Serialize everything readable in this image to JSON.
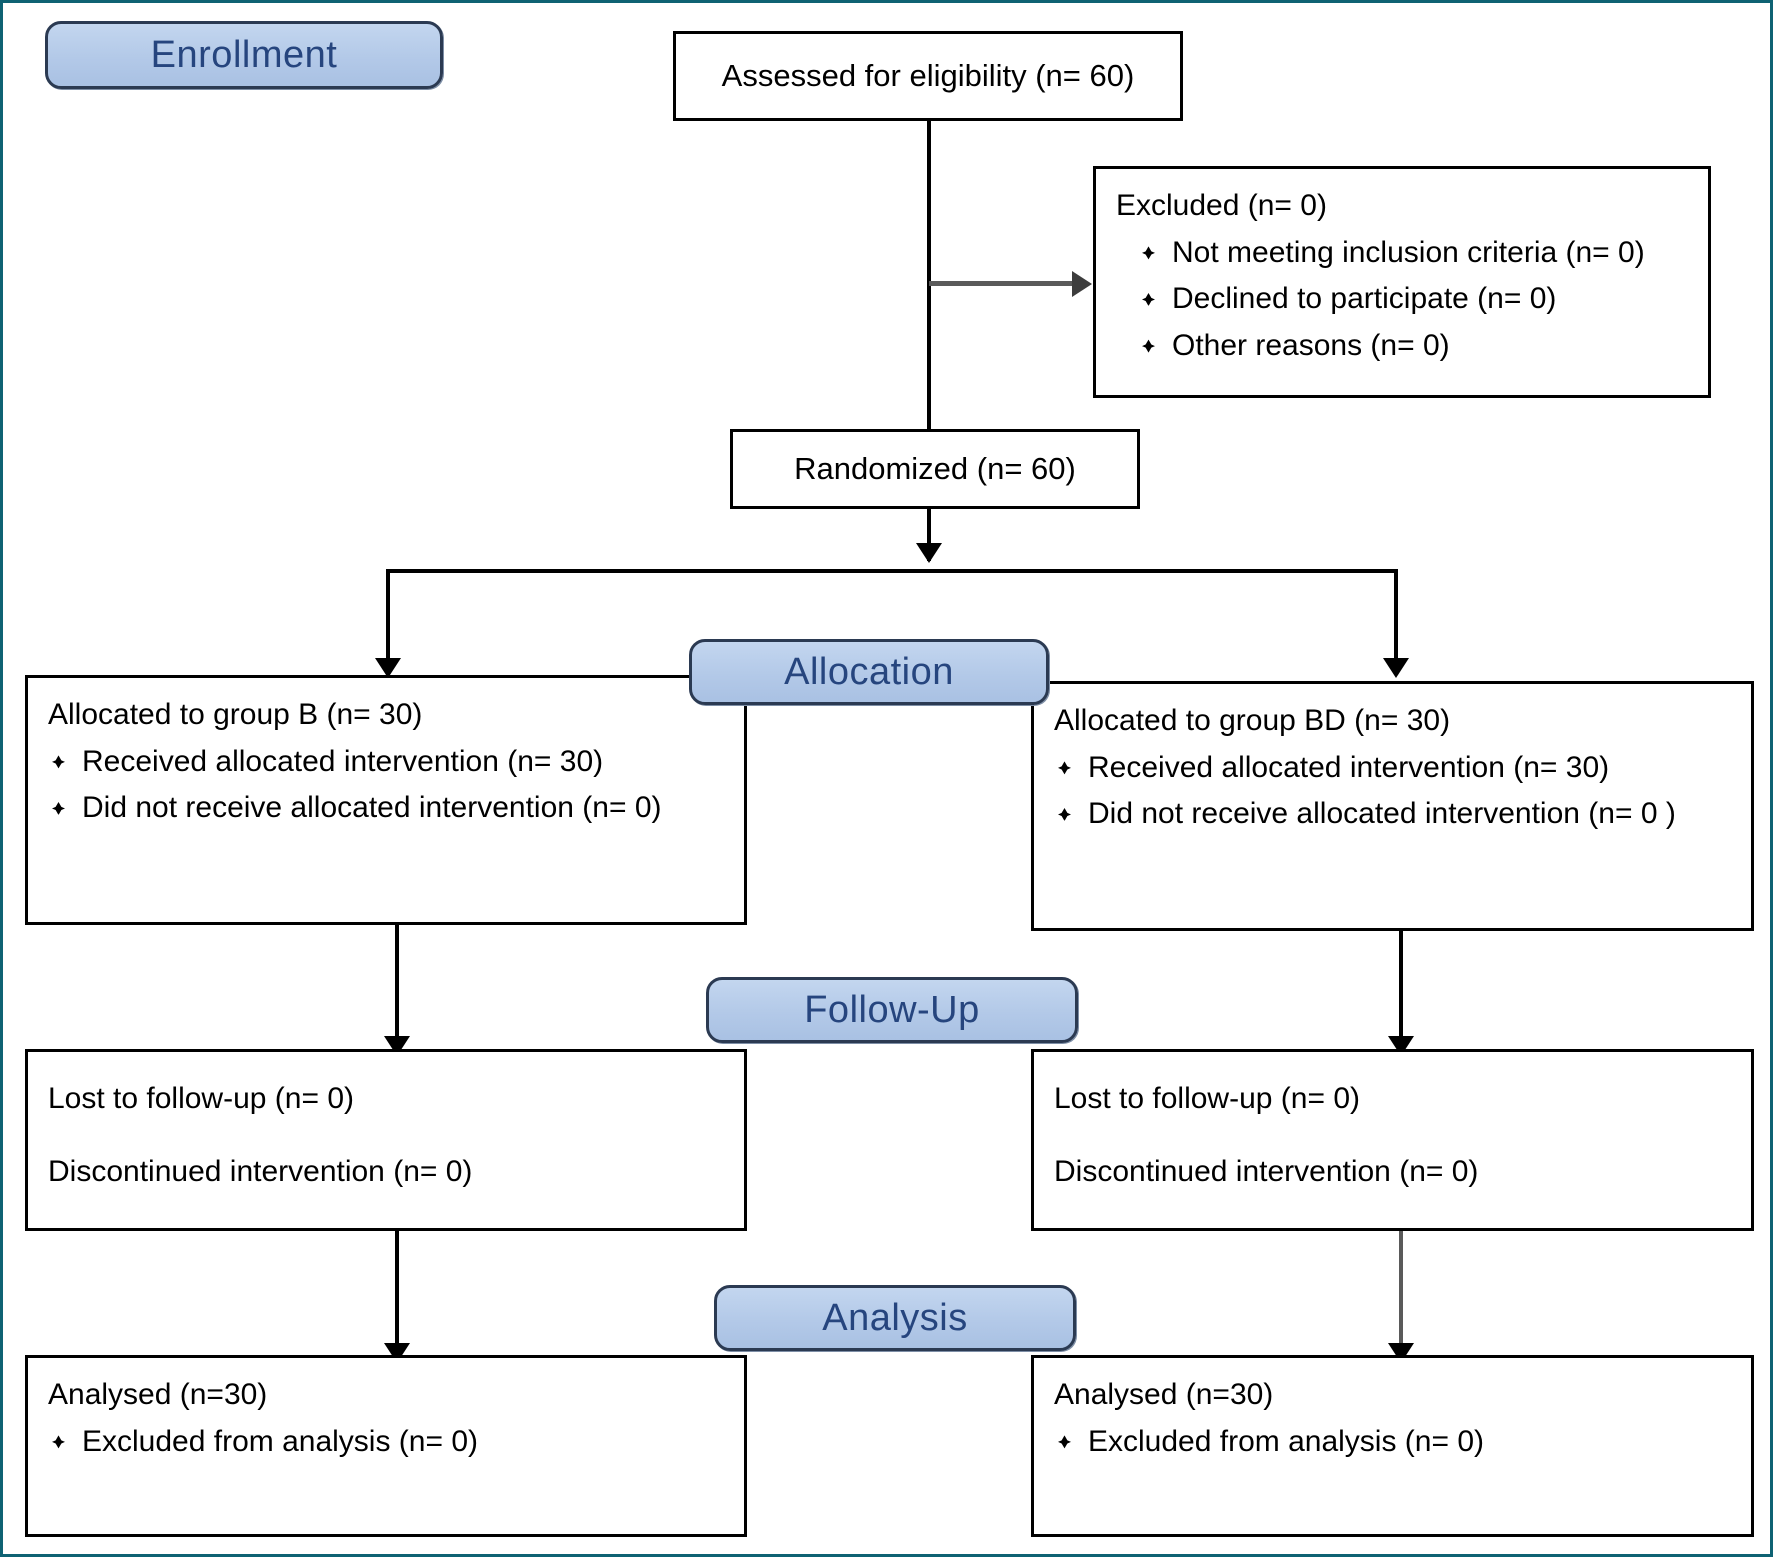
{
  "diagram": {
    "title": "CONSORT participant flow diagram",
    "frame_color": "#0e6273",
    "badge_fill": "#b3c9e8",
    "badge_text_color": "#26457e",
    "line_color": "#000000",
    "grey_arrow_color": "#5a5a5a"
  },
  "stages": {
    "enrollment": "Enrollment",
    "allocation": "Allocation",
    "followup": "Follow-Up",
    "analysis": "Analysis"
  },
  "enrollment": {
    "assessed": "Assessed for eligibility (n= 60)",
    "excluded": {
      "lead": "Excluded (n= 0)",
      "reasons": [
        "Not meeting inclusion criteria (n= 0)",
        "Declined to participate (n= 0)",
        "Other reasons (n= 0)"
      ]
    },
    "randomized": "Randomized (n= 60)"
  },
  "allocation": {
    "left": {
      "lead": "Allocated to group B (n= 30)",
      "items": [
        "Received allocated intervention (n= 30)",
        "Did not receive allocated intervention (n=  0)"
      ]
    },
    "right": {
      "lead": "Allocated to group BD (n= 30)",
      "items": [
        "Received allocated intervention (n= 30)",
        "Did not receive allocated intervention (n= 0 )"
      ]
    }
  },
  "followup": {
    "left": {
      "lost": "Lost to follow-up (n= 0)",
      "discontinued": "Discontinued intervention (n= 0)"
    },
    "right": {
      "lost": "Lost to follow-up (n= 0)",
      "discontinued": "Discontinued intervention (n= 0)"
    }
  },
  "analysis": {
    "left": {
      "lead": "Analysed (n=30)",
      "items": [
        "Excluded from analysis (n= 0)"
      ]
    },
    "right": {
      "lead": "Analysed (n=30)",
      "items": [
        "Excluded from analysis (n= 0)"
      ]
    }
  }
}
